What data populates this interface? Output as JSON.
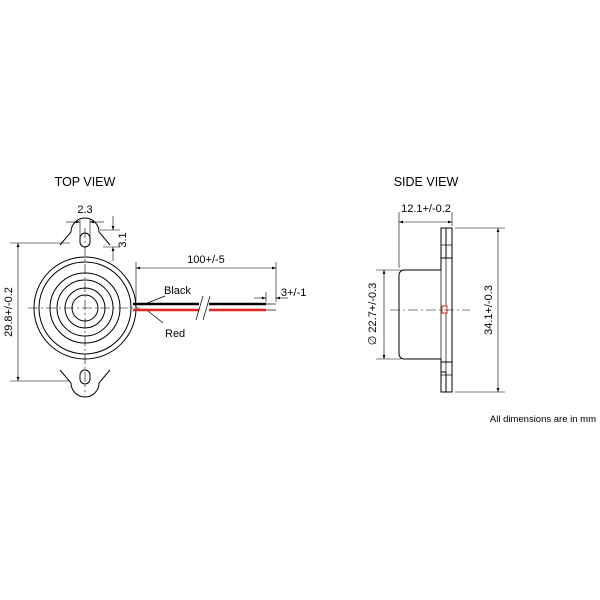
{
  "top_view": {
    "title": "TOP VIEW",
    "dim_lug_hole": "2.3",
    "dim_lug_edge": "3.1",
    "dim_overall_height": "29.8+/-0.2",
    "dim_wire_length": "100+/-5",
    "dim_strip_length": "3+/-1",
    "wire_black_label": "Black",
    "wire_red_label": "Red",
    "colors": {
      "black_wire": "#000000",
      "red_wire": "#e52420"
    }
  },
  "side_view": {
    "title": "SIDE VIEW",
    "dim_depth": "12.1+/-0.2",
    "dim_diameter": "∅ 22.7+/-0.3",
    "dim_overall_height": "34.1+/-0.3"
  },
  "note": "All dimensions are in mm"
}
